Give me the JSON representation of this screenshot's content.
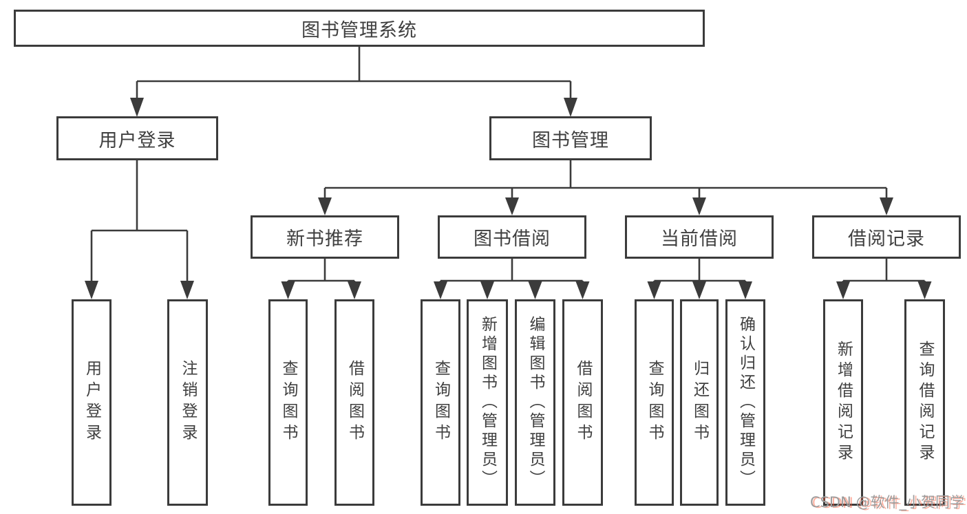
{
  "tree": {
    "label": "图书管理系统",
    "children": [
      {
        "label": "用户登录",
        "children": [
          {
            "label": "用户登录"
          },
          {
            "label": "注销登录"
          }
        ]
      },
      {
        "label": "图书管理",
        "children": [
          {
            "label": "新书推荐",
            "children": [
              {
                "label": "查询图书"
              },
              {
                "label": "借阅图书"
              }
            ]
          },
          {
            "label": "图书借阅",
            "children": [
              {
                "label": "查询图书"
              },
              {
                "label": "新增图书（管理员）"
              },
              {
                "label": "编辑图书（管理员）"
              },
              {
                "label": "借阅图书"
              }
            ]
          },
          {
            "label": "当前借阅",
            "children": [
              {
                "label": "查询图书"
              },
              {
                "label": "归还图书"
              },
              {
                "label": "确认归还（管理员）"
              }
            ]
          },
          {
            "label": "借阅记录",
            "children": [
              {
                "label": "新增借阅记录"
              },
              {
                "label": "查询借阅记录"
              }
            ]
          }
        ]
      }
    ]
  },
  "watermark": {
    "text": "CSDN @软件_小贺同学"
  },
  "colors": {
    "stroke": "#3b3b3b",
    "text": "#3f3f3f",
    "background": "#ffffff",
    "watermark_text": "#9c9c9c",
    "watermark_shadow": "#fc5531"
  }
}
